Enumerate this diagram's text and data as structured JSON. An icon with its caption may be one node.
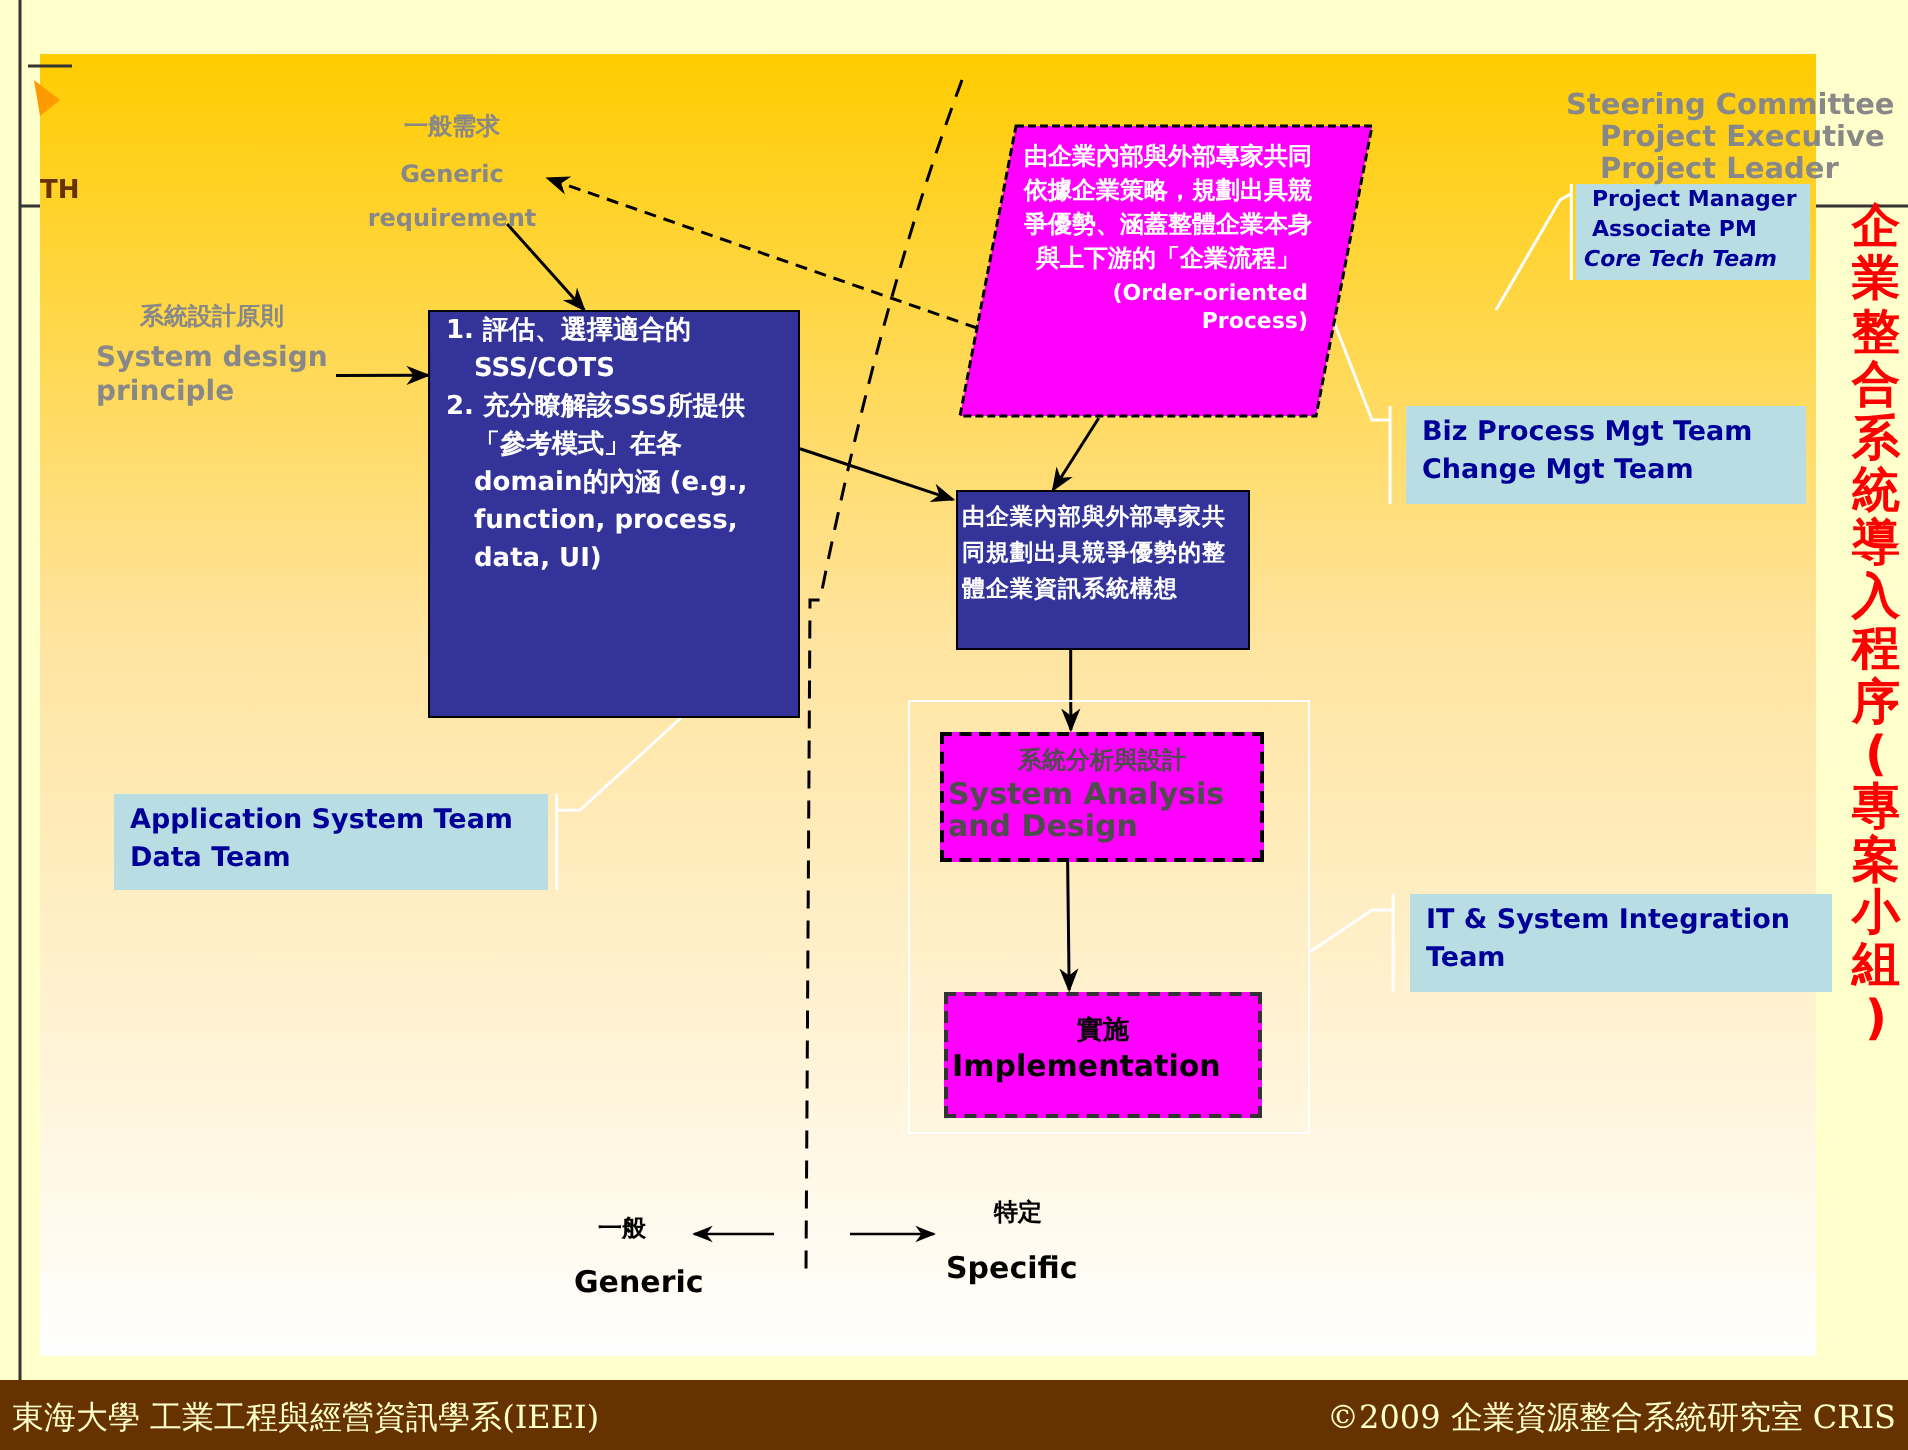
{
  "diagram": {
    "title": "企業整合系統導入程序(專案小組)",
    "nodes": [
      {
        "text": [
          "一般需求",
          "Generic requirement"
        ]
      },
      {
        "text": [
          "系統設計原則",
          "System design principle"
        ]
      },
      {
        "text": [
          "1. 評估、選擇適合的 SSS/COTS",
          "2. 充分瞭解該SSS所提供「參考模式」在各 domain的內涵 (e.g., function, process, data, UI)"
        ]
      },
      {
        "text": [
          "由企業內部與外部專家共同依據企業策略，規劃出具競爭優勢、涵蓋整體企業本身與上下游的「企業流程」",
          "(Order-oriented Process)"
        ]
      },
      {
        "text": [
          "由企業內部與外部專家共同規劃出**具競爭優勢的整體企業資訊系統構想**"
        ]
      },
      {
        "text": [],
        "shape": "box"
      },
      {
        "text": [
          "系統分析與設計",
          "System Analysis and Design"
        ],
        "in": 5
      },
      {
        "text": [
          "實施",
          "Implementation"
        ],
        "in": 5
      },
      {
        "text": [
          "Project Manager",
          "Associate PM",
          "Core Tech Team"
        ]
      },
      {
        "text": [
          "Biz Process Mgt Team Change Mgt Team"
        ]
      },
      {
        "text": [
          "Application System Team Data Team"
        ]
      },
      {
        "text": [
          "IT & System Integration Team"
        ]
      }
    ],
    "edges": [
      {
        "from": 0,
        "to": 2,
        "arrow": "to"
      },
      {
        "from": 1,
        "to": 2,
        "arrow": "to"
      },
      {
        "from": 3,
        "to": 0,
        "arrow": "to",
        "style": "dashed"
      },
      {
        "from": 2,
        "to": 4,
        "arrow": "to"
      },
      {
        "from": 3,
        "to": 4,
        "arrow": "to"
      },
      {
        "from": 4,
        "to": 6,
        "arrow": "to"
      },
      {
        "from": 6,
        "to": 7,
        "arrow": "to"
      },
      {
        "from": 9,
        "to": 3,
        "arrow": "none",
        "color": "#ffffff"
      },
      {
        "from": 8,
        "to": null,
        "arrow": "none",
        "color": "#ffffff"
      },
      {
        "from": 10,
        "to": 2,
        "arrow": "none",
        "color": "#ffffff"
      },
      {
        "from": 11,
        "to": 5,
        "arrow": "none",
        "color": "#ffffff"
      }
    ],
    "labels": [
      "TH",
      "Steering Committee",
      "Project Executive",
      "Project Leader",
      "一般",
      "Generic",
      "特定",
      "Specific",
      "東海大學 工業工程與經營資訊學系(IEEI)",
      "©2009 企業資源整合系統研究室 CRIS"
    ]
  }
}
